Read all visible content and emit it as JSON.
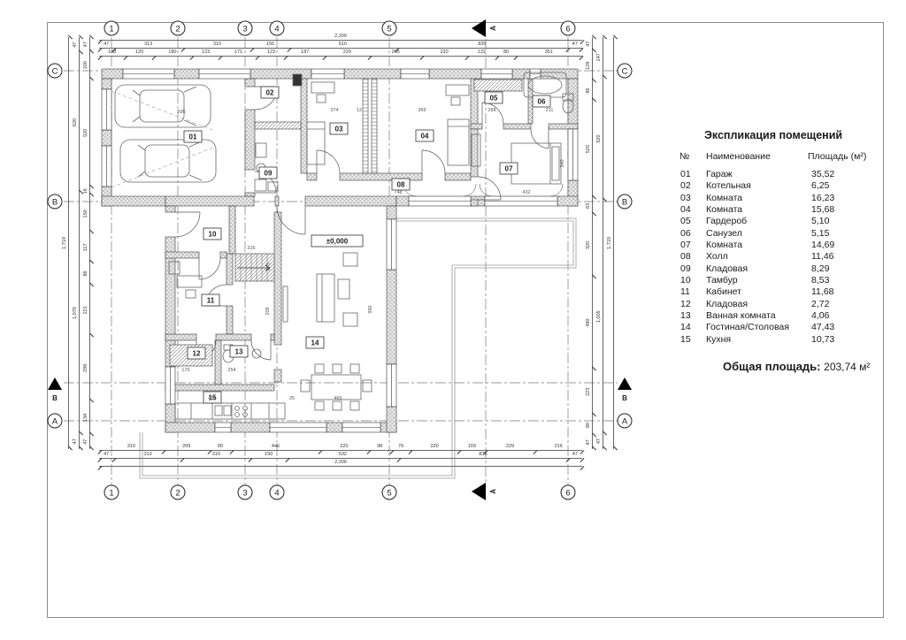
{
  "grid": {
    "cols": [
      "1",
      "2",
      "3",
      "4",
      "5",
      "6"
    ],
    "rows": [
      "C",
      "B",
      "A"
    ],
    "section_a": "A",
    "section_b": "B"
  },
  "level_mark": "±0,000",
  "rooms": [
    {
      "num": "01",
      "name": "Гараж",
      "area": "35,52"
    },
    {
      "num": "02",
      "name": "Котельная",
      "area": "6,25"
    },
    {
      "num": "03",
      "name": "Комната",
      "area": "16,23"
    },
    {
      "num": "04",
      "name": "Комната",
      "area": "15,68"
    },
    {
      "num": "05",
      "name": "Гардероб",
      "area": "5,10"
    },
    {
      "num": "06",
      "name": "Санузел",
      "area": "5,15"
    },
    {
      "num": "07",
      "name": "Комната",
      "area": "14,69"
    },
    {
      "num": "08",
      "name": "Холл",
      "area": "11,46"
    },
    {
      "num": "09",
      "name": "Кладовая",
      "area": "8,29"
    },
    {
      "num": "10",
      "name": "Тамбур",
      "area": "8,53"
    },
    {
      "num": "11",
      "name": "Кабинет",
      "area": "11,68"
    },
    {
      "num": "12",
      "name": "Кладовая",
      "area": "2,72"
    },
    {
      "num": "13",
      "name": "Ванная комната",
      "area": "4,06"
    },
    {
      "num": "14",
      "name": "Гостиная/Столовая",
      "area": "47,43"
    },
    {
      "num": "15",
      "name": "Кухня",
      "area": "10,73"
    }
  ],
  "schedule": {
    "title": "Экспликация помещений",
    "col_num": "№",
    "col_name": "Наименование",
    "col_area": "Площадь (м²)",
    "total_label": "Общая площадь:",
    "total_value": "203,74 м²"
  },
  "dims": {
    "top_overall": [
      "2,209"
    ],
    "top_chain": [
      "47",
      "313",
      "310",
      "150",
      "510",
      "835",
      "47"
    ],
    "top_detail": [
      "108",
      "120",
      "180",
      "123",
      "171",
      "123",
      "187",
      "220",
      "265",
      "220",
      "132",
      "80",
      "351"
    ],
    "bottom_detail": [
      "310",
      "209",
      "90",
      "446",
      "220",
      "98",
      "76",
      "220",
      "103",
      "229",
      "216"
    ],
    "bottom_chain": [
      "47",
      "313",
      "310",
      "150",
      "532",
      "835",
      "47"
    ],
    "bottom_overall": [
      "2,206"
    ],
    "left_overall": [
      "1,719"
    ],
    "left_chain": [
      "47",
      "1,079",
      "620",
      "47"
    ],
    "left_detail": [
      "47",
      "134",
      "298",
      "221",
      "88",
      "117",
      "150",
      "16",
      "520",
      "100",
      "47"
    ],
    "right_detail": [
      "47",
      "89",
      "223",
      "490",
      "320",
      "63",
      "520",
      "86",
      "128",
      "47"
    ],
    "right_chain": [
      "47",
      "1,005",
      "520",
      "147"
    ],
    "right_overall": [
      "1,719"
    ]
  },
  "inner_dims": [
    "595",
    "374",
    "369",
    "288",
    "211",
    "748",
    "432",
    "340",
    "316",
    "273",
    "208",
    "254",
    "170",
    "436",
    "465",
    "960",
    "25",
    "12"
  ]
}
